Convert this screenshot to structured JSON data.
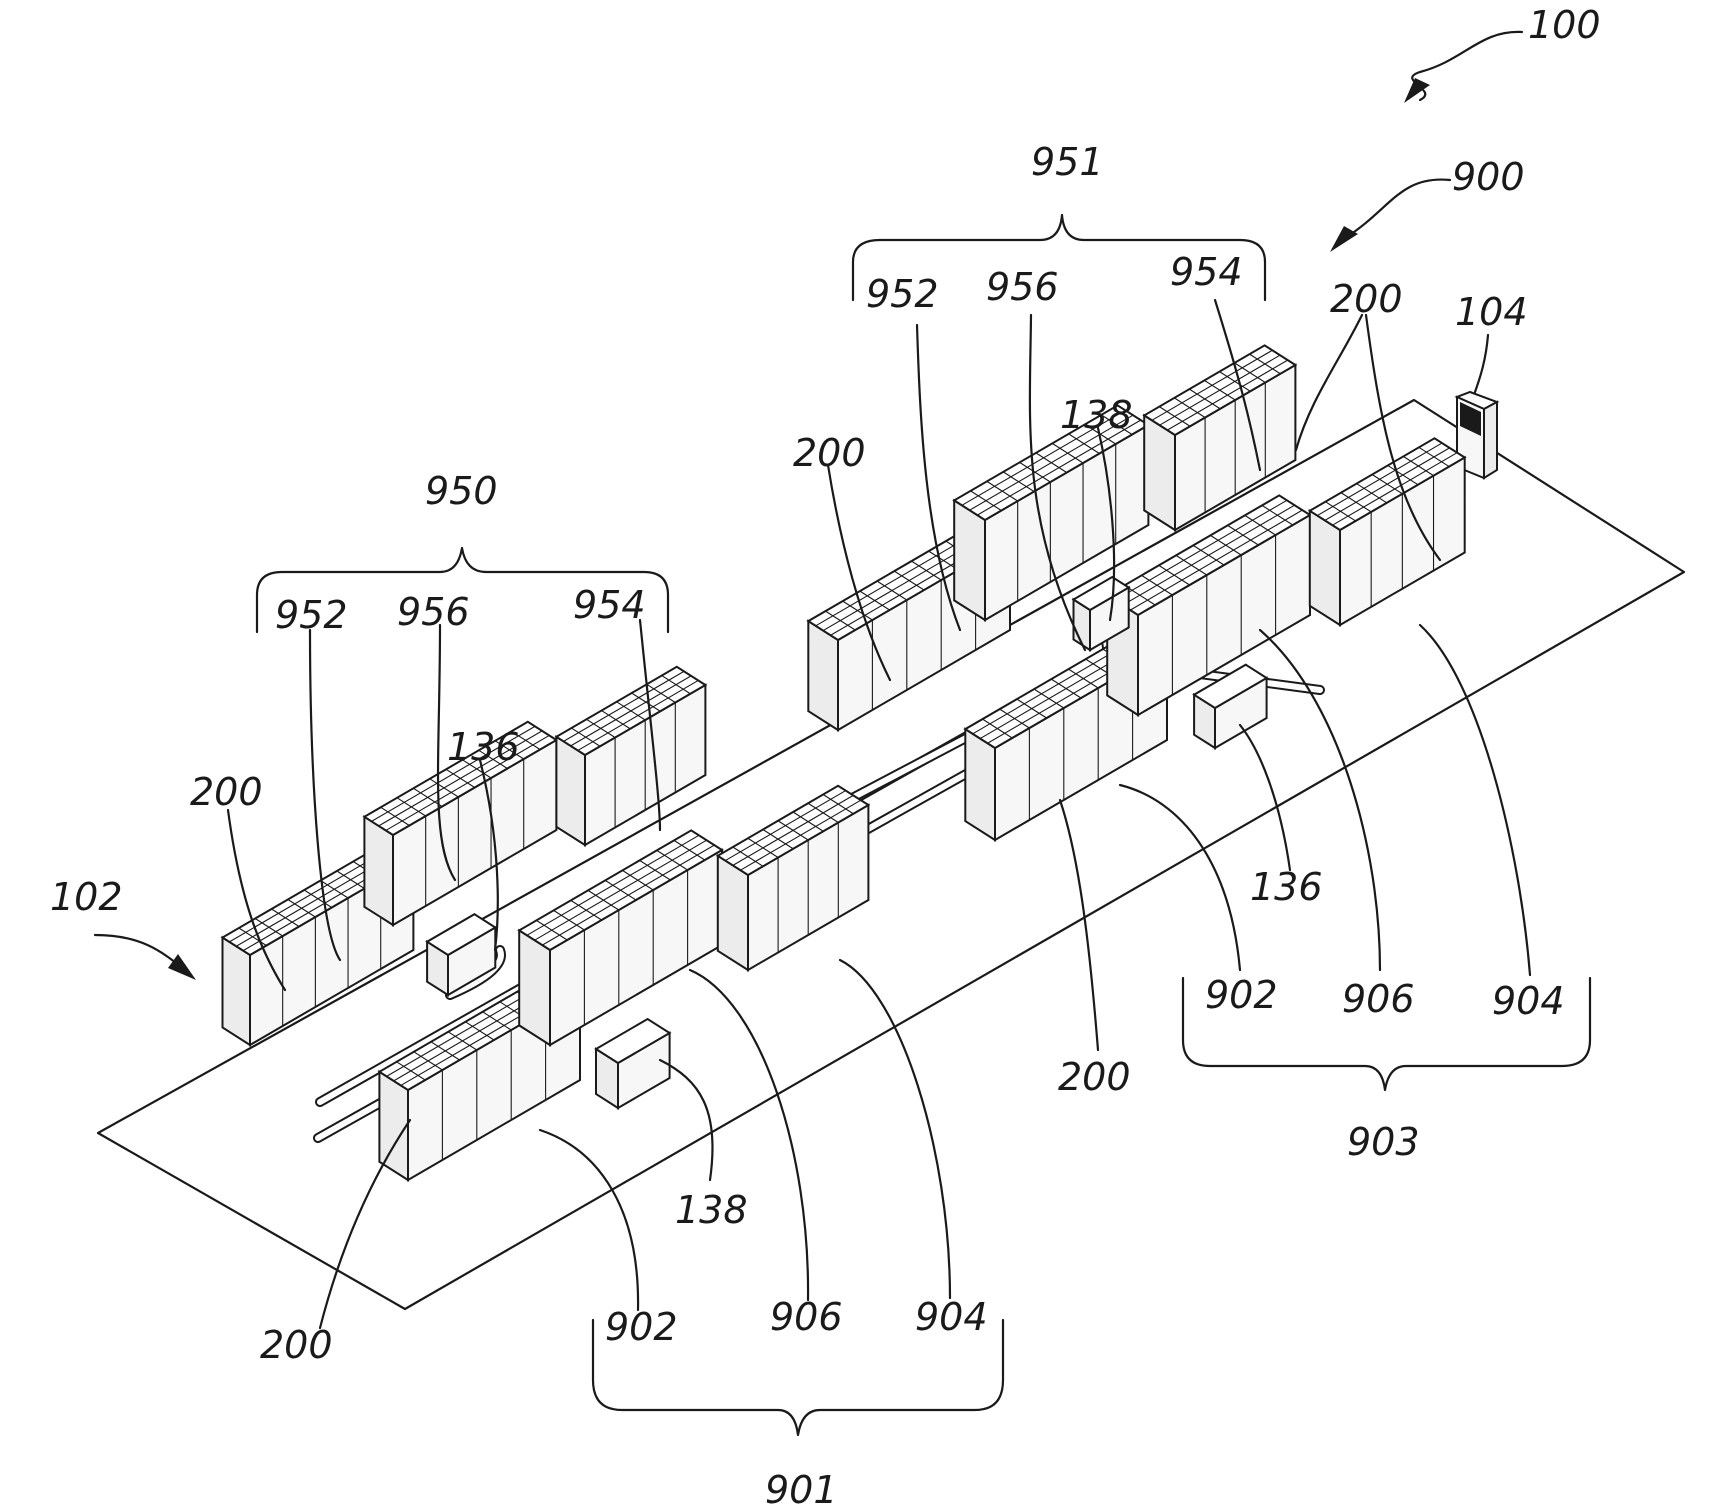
{
  "refs": {
    "r100": "100",
    "r900": "900",
    "r951": "951",
    "r950": "950",
    "r102": "102",
    "r104": "104",
    "r138_top": "138",
    "r138_bottom": "138",
    "r136_left": "136",
    "r136_right": "136",
    "r200_top_left": "200",
    "r200_top_right": "200",
    "r200_left": "200",
    "r200_bottom": "200",
    "r200_right": "200",
    "r952_top": "952",
    "r956_top": "956",
    "r954_top": "954",
    "r952_left": "952",
    "r956_left": "956",
    "r954_left": "954",
    "r902_bottom": "902",
    "r906_bottom": "906",
    "r904_bottom": "904",
    "r901": "901",
    "r902_right": "902",
    "r906_right": "906",
    "r904_right": "904",
    "r903": "903"
  }
}
